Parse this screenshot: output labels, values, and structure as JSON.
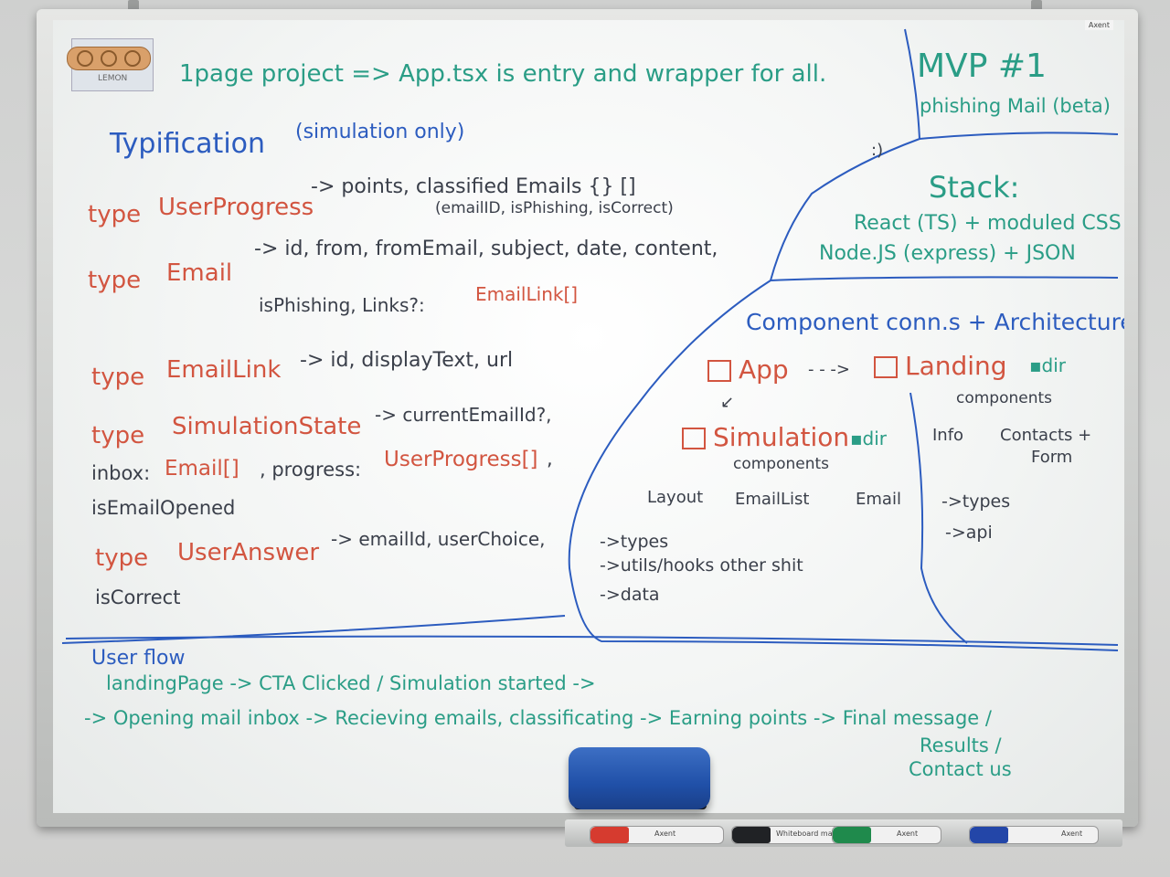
{
  "board": {
    "brand_label": "Axent",
    "sticker_label": "LEMON",
    "header": "1page project => App.tsx is entry and wrapper for all.",
    "smiley": ":)",
    "mvp": {
      "title": "MVP #1",
      "subtitle": "phishing Mail (beta)"
    },
    "stack": {
      "title": "Stack:",
      "line1": "React (TS) + moduled CSS",
      "line2": "Node.JS (express) + JSON"
    },
    "typification": {
      "title": "Typification",
      "note": "(simulation only)",
      "user_progress": {
        "keyword": "type",
        "name": "UserProgress",
        "fields": "-> points, classified Emails {} []",
        "fields2": "(emailID, isPhishing, isCorrect)"
      },
      "email": {
        "keyword": "type",
        "name": "Email",
        "fields": "-> id, from, fromEmail, subject, date, content,",
        "fields2": "isPhishing, Links?:",
        "fields2_type": "EmailLink[]"
      },
      "email_link": {
        "keyword": "type",
        "name": "EmailLink",
        "fields": "-> id, displayText, url"
      },
      "simulation_state": {
        "keyword": "type",
        "name": "SimulationState",
        "fields": "-> currentEmailId?,",
        "line2_a": "inbox:",
        "line2_b": "Email[]",
        "line2_c": ", progress:",
        "line2_d": "UserProgress[]",
        "line2_e": ",",
        "line3": "isEmailOpened"
      },
      "user_answer": {
        "keyword": "type",
        "name": "UserAnswer",
        "fields": "-> emailId, userChoice,",
        "line2": "isCorrect"
      }
    },
    "architecture": {
      "title": "Component conn.s + Architecture",
      "app": "App",
      "app_arrow": "- - ->",
      "landing": "Landing",
      "landing_dir": "▪dir",
      "landing_components": "components",
      "landing_info": "Info",
      "landing_contacts": "Contacts +",
      "landing_form": "Form",
      "simulation": "Simulation",
      "simulation_dir": "▪dir",
      "sim_components": "components",
      "sim_layout": "Layout",
      "sim_emaillist": "EmailList",
      "sim_email": "Email",
      "sim_types": "->types",
      "sim_utils": "->utils/hooks other shit",
      "sim_data": "->data",
      "landing_types": "->types",
      "landing_api": "->api"
    },
    "user_flow": {
      "title": "User flow",
      "line1": "landingPage -> CTA Clicked / Simulation started ->",
      "line2": "-> Opening mail inbox -> Recieving emails, classificating -> Earning points -> Final message /",
      "line3": "Results /",
      "line4": "Contact us"
    }
  },
  "tray": {
    "markers": [
      {
        "color": "#d63b2f",
        "label": "Axent"
      },
      {
        "color": "#202225",
        "label": "Whiteboard marker"
      },
      {
        "color": "#1f8a4c",
        "label": "Axent"
      },
      {
        "color": "#2346a8",
        "label": "Axent"
      }
    ]
  },
  "colors": {
    "teal": "#2a9d86",
    "blue": "#2c5cbf",
    "red": "#d25540",
    "dark": "#3a3f4a",
    "eraser": "#2c5fb8"
  }
}
